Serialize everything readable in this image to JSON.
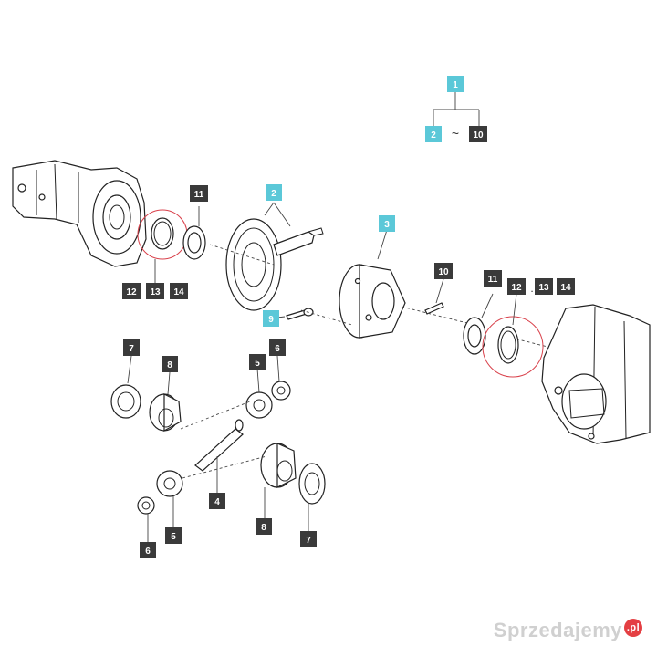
{
  "legend": {
    "top": "1",
    "left": "2",
    "separator": "~",
    "right": "10"
  },
  "callouts": {
    "c1": "11",
    "c2": "12",
    "c3": "13",
    "c4": "14",
    "c5": "2",
    "c6": "3",
    "c7": "10",
    "c8": "11",
    "c9": "12",
    "c10": ".",
    "c11": "13",
    "c12": "14",
    "c13": "9",
    "c14": "7",
    "c15": "8",
    "c16": "5",
    "c17": "6",
    "c18": "4",
    "c19": "6",
    "c20": "5",
    "c21": "8",
    "c22": "7"
  },
  "colors": {
    "dark_label": "#3a3a3a",
    "cyan_label": "#5bc8d8",
    "highlight_circle": "#d9424c"
  },
  "watermark": {
    "text": "Sprzedajemy",
    "suffix": ".pl"
  }
}
